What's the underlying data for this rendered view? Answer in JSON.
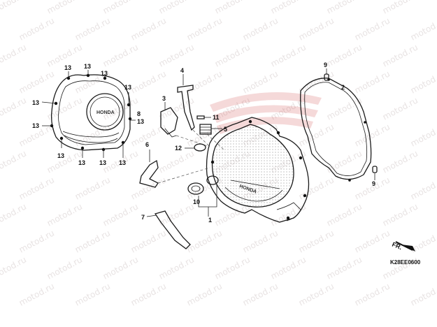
{
  "diagram": {
    "watermark": "motod.ru",
    "brand_logo": "HONDA",
    "diagram_code": "K28EE0600",
    "direction_label": "FR.",
    "callouts": {
      "c1": "1",
      "c2": "2",
      "c3": "3",
      "c4": "4",
      "c5": "5",
      "c6": "6",
      "c7": "7",
      "c8": "8",
      "c9": "9",
      "c10": "10",
      "c11": "11",
      "c12": "12",
      "c13": "13"
    }
  }
}
